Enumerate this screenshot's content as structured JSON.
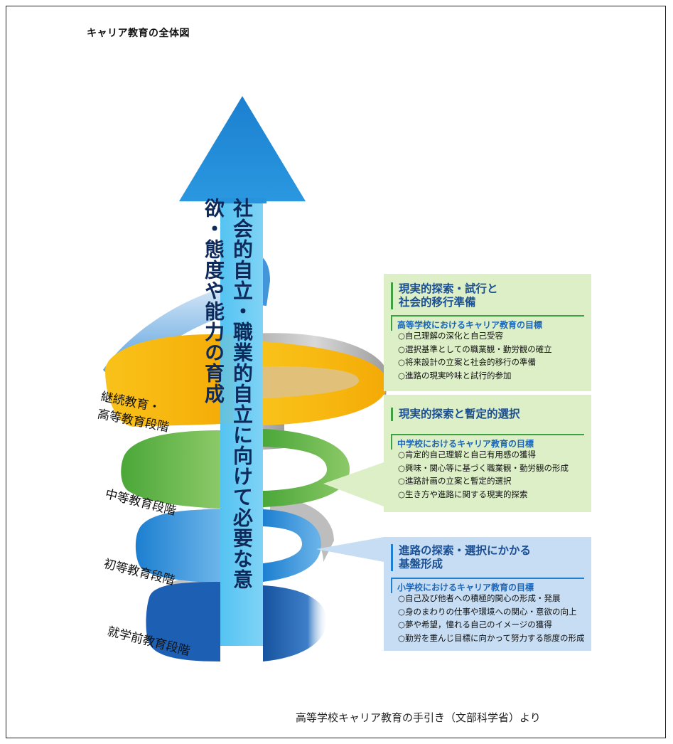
{
  "title": "キャリア教育の全体図",
  "arrow_text": "社会的自立・職業的自立に向けて必要な意欲・態度や能力の育成",
  "stages": [
    {
      "label_line1": "継続教育・",
      "label_line2": "高等教育段階",
      "color": "#f7b812"
    },
    {
      "label_line1": "中等教育段階",
      "label_line2": "",
      "color": "#5ab43c"
    },
    {
      "label_line1": "初等教育段階",
      "label_line2": "",
      "color": "#2e8fd8"
    },
    {
      "label_line1": "就学前教育段階",
      "label_line2": "",
      "color": "#1d5fb3"
    }
  ],
  "boxes": [
    {
      "heading_line1": "現実的探索・試行と",
      "heading_line2": "社会的移行準備",
      "subheading": "高等学校におけるキャリア教育の目標",
      "items": [
        "○自己理解の深化と自己受容",
        "○選択基準としての職業観・勤労観の確立",
        "○将来設計の立案と社会的移行の準備",
        "○進路の現実吟味と試行的参加"
      ]
    },
    {
      "heading_line1": "現実的探索と暫定的選択",
      "heading_line2": "",
      "subheading": "中学校におけるキャリア教育の目標",
      "items": [
        "○肯定的自己理解と自己有用感の獲得",
        "○興味・関心等に基づく職業観・勤労観の形成",
        "○進路計画の立案と暫定的選択",
        "○生き方や進路に関する現実的探索"
      ]
    },
    {
      "heading_line1": "進路の探索・選択にかかる",
      "heading_line2": "基盤形成",
      "subheading": "小学校におけるキャリア教育の目標",
      "items": [
        "○自己及び他者への積極的関心の形成・発展",
        "○身のまわりの仕事や環境への関心・意欲の向上",
        "○夢や希望，憧れる自己のイメージの獲得",
        "○勤労を重んじ目標に向かって努力する態度の形成"
      ]
    }
  ],
  "source": "高等学校キャリア教育の手引き（文部科学省）より",
  "colors": {
    "arrow_blue": "#1a86d6",
    "arrow_light": "#5cc3f0",
    "green_box": "#dcefc6",
    "blue_box": "#c7ddf3"
  }
}
